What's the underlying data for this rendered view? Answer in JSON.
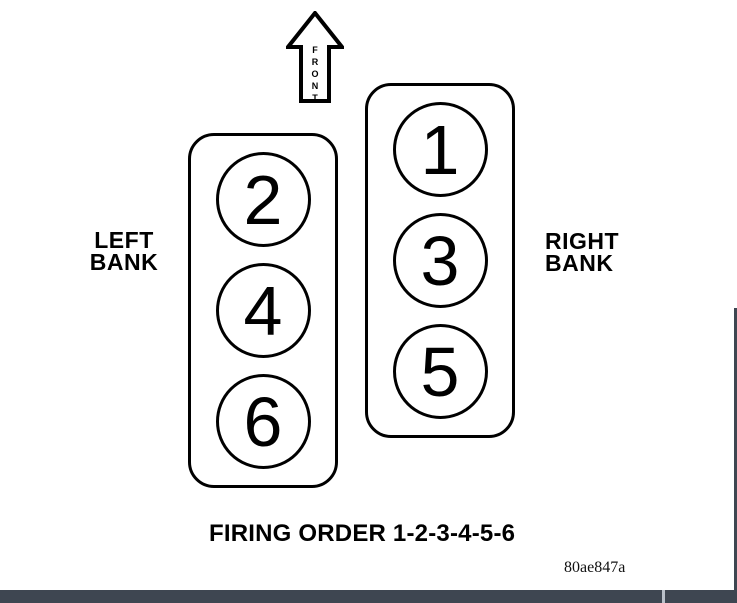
{
  "diagram": {
    "front_label": "FRONT",
    "left_bank": {
      "label_lines": [
        "LEFT",
        "BANK"
      ],
      "cylinders": [
        "2",
        "4",
        "6"
      ]
    },
    "right_bank": {
      "label_lines": [
        "RIGHT",
        "BANK"
      ],
      "cylinders": [
        "1",
        "3",
        "5"
      ]
    },
    "caption": "FIRING ORDER 1-2-3-4-5-6",
    "figure_id": "80ae847a"
  },
  "colors": {
    "ink": "#000000",
    "background": "#ffffff",
    "bottom_bar": "#3e4651",
    "bar_divider": "#b9c0c9"
  }
}
